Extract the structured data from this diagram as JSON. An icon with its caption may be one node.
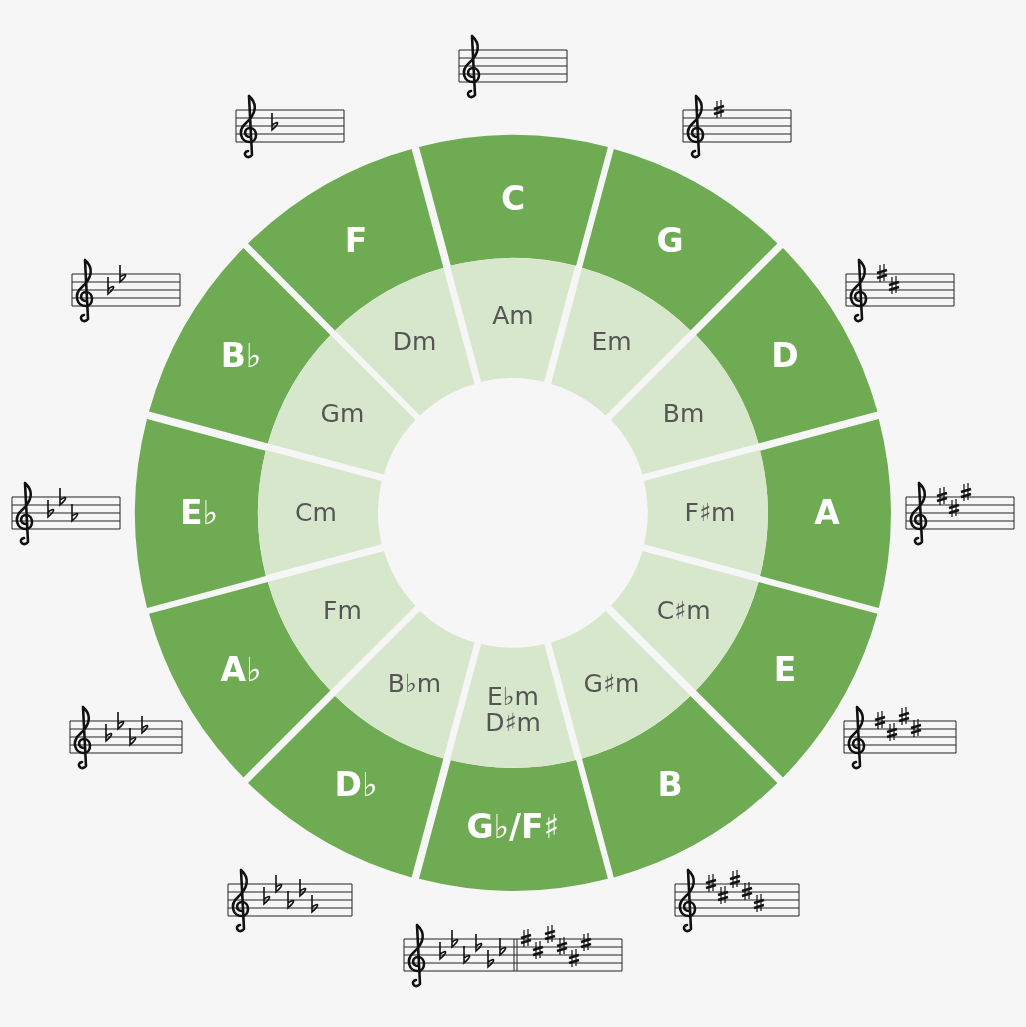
{
  "diagram": {
    "nodes": [
      {
        "text": [
          "C"
        ]
      },
      {
        "text": [
          "G"
        ]
      },
      {
        "text": [
          "D"
        ]
      },
      {
        "text": [
          "A"
        ]
      },
      {
        "text": [
          "E"
        ]
      },
      {
        "text": [
          "B"
        ]
      },
      {
        "text": [
          "G♭/F♯"
        ]
      },
      {
        "text": [
          "D♭"
        ]
      },
      {
        "text": [
          "A♭"
        ]
      },
      {
        "text": [
          "E♭"
        ]
      },
      {
        "text": [
          "B♭"
        ]
      },
      {
        "text": [
          "F"
        ]
      },
      {
        "text": [
          "Am"
        ]
      },
      {
        "text": [
          "Em"
        ]
      },
      {
        "text": [
          "Bm"
        ]
      },
      {
        "text": [
          "F♯m"
        ]
      },
      {
        "text": [
          "C♯m"
        ]
      },
      {
        "text": [
          "G♯m"
        ]
      },
      {
        "text": [
          "E♭m",
          "D♯m"
        ]
      },
      {
        "text": [
          "B♭m"
        ]
      },
      {
        "text": [
          "Fm"
        ]
      },
      {
        "text": [
          "Cm"
        ]
      },
      {
        "text": [
          "Gm"
        ]
      },
      {
        "text": [
          "Dm"
        ]
      }
    ]
  }
}
